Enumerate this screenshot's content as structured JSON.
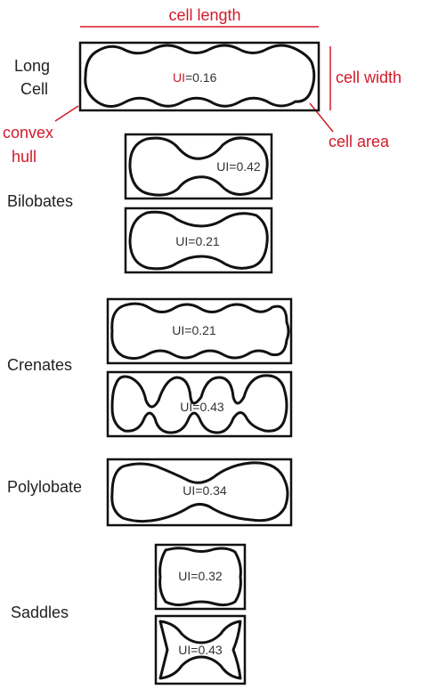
{
  "annotations": {
    "cell_length": "cell length",
    "cell_width": "cell width",
    "convex_hull_line1": "convex",
    "convex_hull_line2": "hull",
    "cell_area": "cell area",
    "accent_color": "#d11a2a"
  },
  "categories": {
    "long_cell_line1": "Long",
    "long_cell_line2": "Cell",
    "bilobates": "Bilobates",
    "crenates": "Crenates",
    "polylobate": "Polylobate",
    "saddles": "Saddles"
  },
  "cells": {
    "long_cell": {
      "ui_prefix": "UI",
      "ui_rest": "=0.16"
    },
    "bilobate_1": {
      "ui": "UI=0.42"
    },
    "bilobate_2": {
      "ui": "UI=0.21"
    },
    "crenate_1": {
      "ui": "UI=0.21"
    },
    "crenate_2": {
      "ui": "UI=0.43"
    },
    "polylobate_1": {
      "ui": "UI=0.34"
    },
    "saddle_1": {
      "ui": "UI=0.32"
    },
    "saddle_2": {
      "ui": "UI=0.43"
    }
  }
}
